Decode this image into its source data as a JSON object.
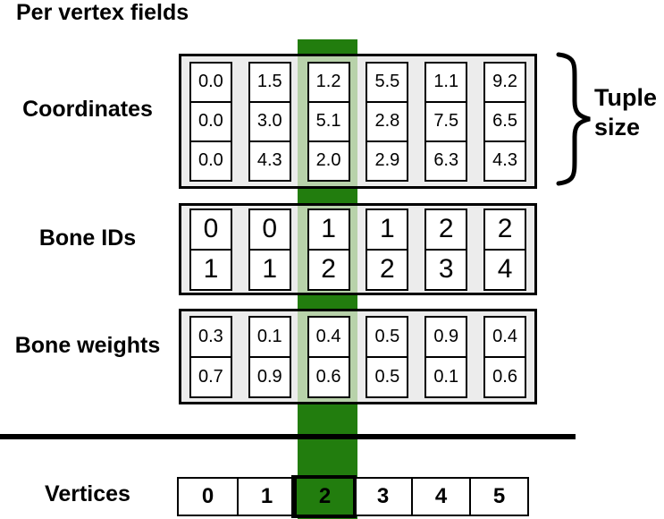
{
  "title": "Per vertex fields",
  "fields": [
    {
      "label": "Coordinates",
      "tuple_size": 3,
      "columns": [
        [
          "0.0",
          "0.0",
          "0.0"
        ],
        [
          "1.5",
          "3.0",
          "4.3"
        ],
        [
          "1.2",
          "5.1",
          "2.0"
        ],
        [
          "5.5",
          "2.8",
          "2.9"
        ],
        [
          "1.1",
          "7.5",
          "6.3"
        ],
        [
          "9.2",
          "6.5",
          "4.3"
        ]
      ]
    },
    {
      "label": "Bone IDs",
      "tuple_size": 2,
      "columns": [
        [
          "0",
          "1"
        ],
        [
          "0",
          "1"
        ],
        [
          "1",
          "2"
        ],
        [
          "1",
          "2"
        ],
        [
          "2",
          "3"
        ],
        [
          "2",
          "4"
        ]
      ]
    },
    {
      "label": "Bone weights",
      "tuple_size": 2,
      "columns": [
        [
          "0.3",
          "0.7"
        ],
        [
          "0.1",
          "0.9"
        ],
        [
          "0.4",
          "0.6"
        ],
        [
          "0.5",
          "0.5"
        ],
        [
          "0.9",
          "0.1"
        ],
        [
          "0.4",
          "0.6"
        ]
      ]
    }
  ],
  "brace_label_lines": [
    "Tuple",
    "size"
  ],
  "vertices": {
    "label": "Vertices",
    "cells": [
      "0",
      "1",
      "2",
      "3",
      "4",
      "5"
    ],
    "highlighted_index": 2
  },
  "colors": {
    "highlight_dark": "#227d0e",
    "highlight_light": "#b8d2aa",
    "box_bg": "#ececec",
    "border": "#000000"
  }
}
